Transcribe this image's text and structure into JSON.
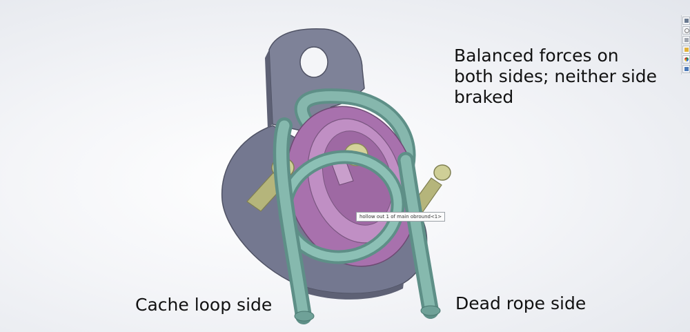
{
  "annotations": {
    "balanced": "Balanced forces on both sides; neither side braked",
    "cache_loop": "Cache loop side",
    "dead_rope": "Dead rope side"
  },
  "tooltip": "hollow out 1 of main obround<1>",
  "colors": {
    "bracket": "#7b7f96",
    "housing": "#b57fb8",
    "rope": "#7fb0a6",
    "pins": "#bdbd85",
    "background": "#f2f3f6"
  },
  "taskpane": {
    "icons": [
      "home-icon",
      "resources-icon",
      "library-icon",
      "file-explorer-icon",
      "view-palette-icon",
      "custom-properties-icon"
    ]
  }
}
